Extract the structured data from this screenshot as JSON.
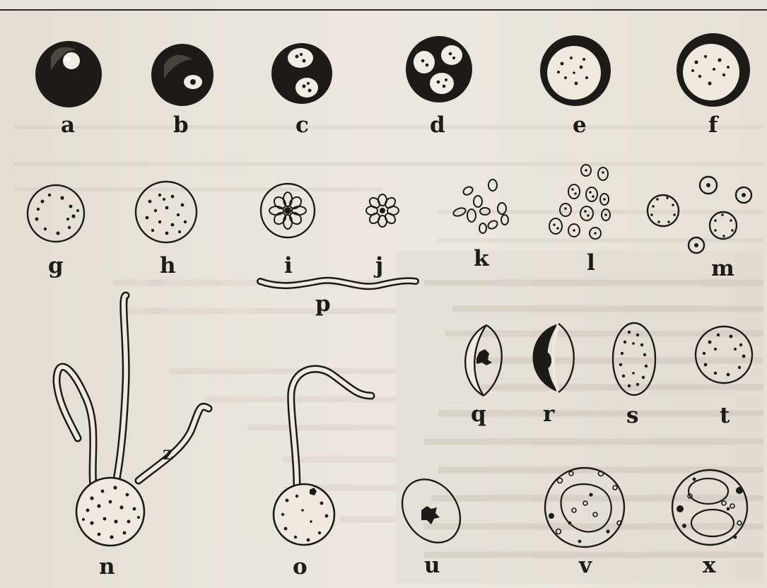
{
  "figure": {
    "labels": [
      "a",
      "b",
      "c",
      "d",
      "e",
      "f",
      "g",
      "h",
      "i",
      "j",
      "k",
      "l",
      "m",
      "n",
      "o",
      "p",
      "q",
      "r",
      "s",
      "t",
      "u",
      "v",
      "x",
      "z"
    ]
  },
  "colors": {
    "ink": "#1d1a17",
    "paper": "#e9e4db",
    "bleed": "#b9b3aa"
  }
}
